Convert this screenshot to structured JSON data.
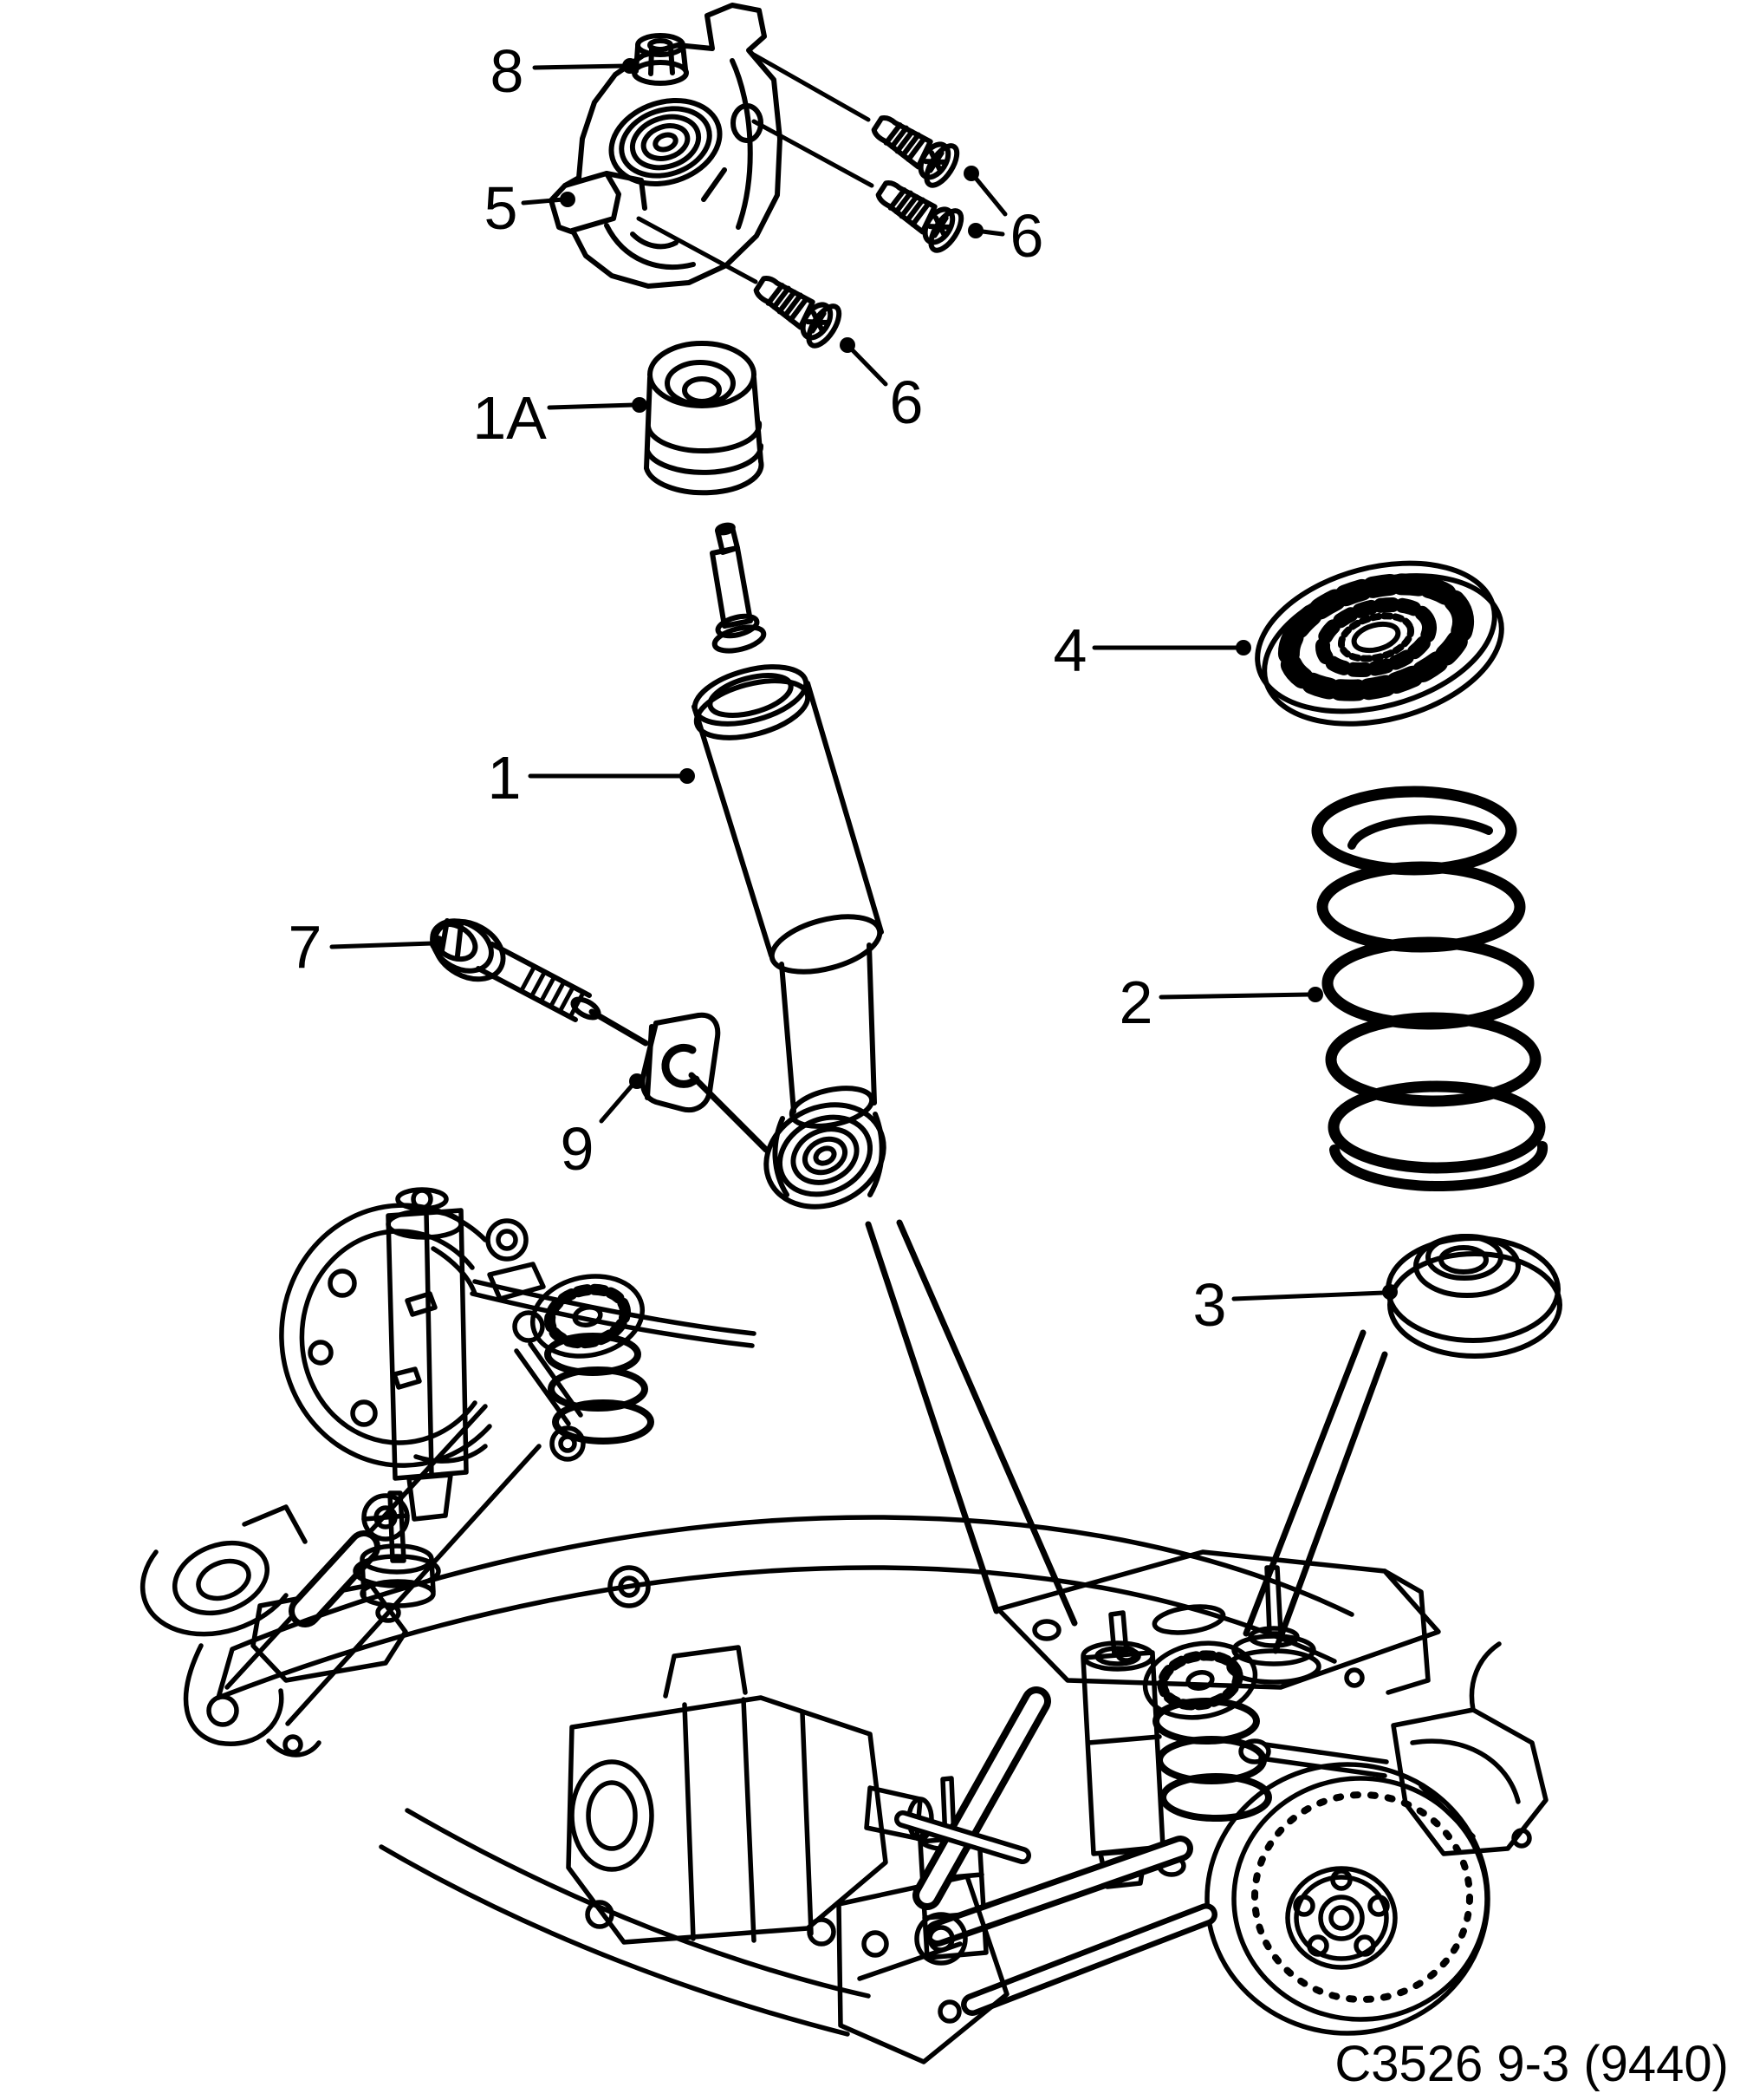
{
  "diagram": {
    "type": "exploded-parts-illustration",
    "subject": "Rear suspension - shock absorber and coil spring",
    "caption": "C3526 9-3 (9440)",
    "colors": {
      "ink": "#000000",
      "background": "#ffffff"
    },
    "callouts": [
      {
        "label": "8",
        "part": "flange-lock-nut"
      },
      {
        "label": "5",
        "part": "upper-shock-mount-bracket"
      },
      {
        "label": "6",
        "part": "mount-bolts-upper-pair"
      },
      {
        "label": "6",
        "part": "mount-bolt-lower"
      },
      {
        "label": "1A",
        "part": "bump-stop"
      },
      {
        "label": "1",
        "part": "shock-absorber"
      },
      {
        "label": "4",
        "part": "upper-spring-seat"
      },
      {
        "label": "7",
        "part": "shock-lower-mounting-bolt"
      },
      {
        "label": "2",
        "part": "coil-spring"
      },
      {
        "label": "9",
        "part": "retaining-clip"
      },
      {
        "label": "3",
        "part": "lower-spring-seat"
      }
    ]
  }
}
